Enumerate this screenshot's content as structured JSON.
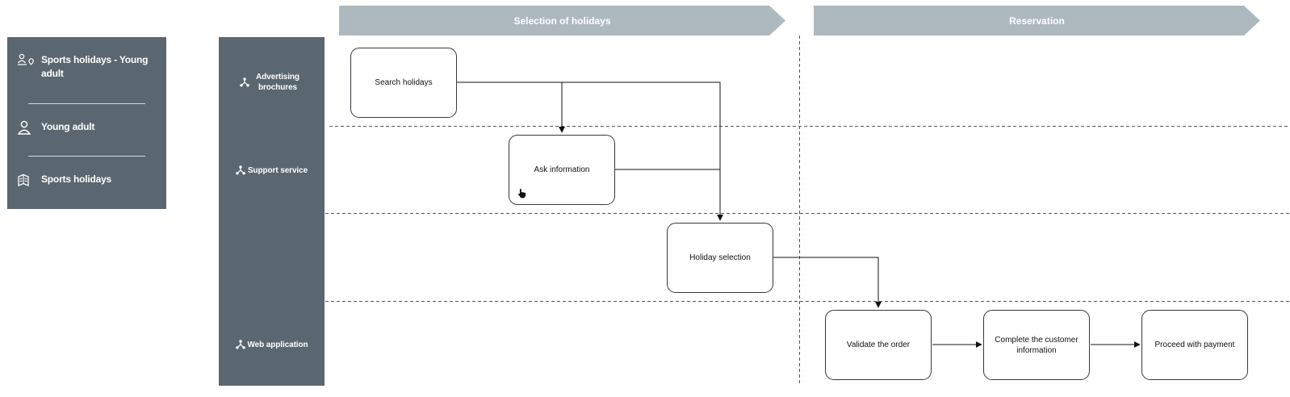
{
  "info_card": {
    "items": [
      {
        "icon": "person-location-icon",
        "label": "Sports holidays - Young adult"
      },
      {
        "icon": "person-icon",
        "label": "Young adult"
      },
      {
        "icon": "brochure-icon",
        "label": "Sports holidays"
      }
    ]
  },
  "phases": [
    {
      "label": "Selection of holidays"
    },
    {
      "label": "Reservation"
    }
  ],
  "lanes": [
    {
      "icon": "channel-icon",
      "label": "Advertising brochures"
    },
    {
      "icon": "channel-icon",
      "label": "Support service"
    },
    {
      "icon": "channel-icon",
      "label": ""
    },
    {
      "icon": "channel-icon",
      "label": "Web application"
    }
  ],
  "steps": [
    {
      "label": "Search holidays"
    },
    {
      "label": "Ask information",
      "icon": "hand-pointer-icon"
    },
    {
      "label": "Holiday selection"
    },
    {
      "label": "Validate the order"
    },
    {
      "label": "Complete the customer information"
    },
    {
      "label": "Proceed with payment"
    }
  ],
  "colors": {
    "panel": "#5a6770",
    "phase": "#aeb9bf",
    "line": "#111111",
    "divider": "#555555"
  }
}
